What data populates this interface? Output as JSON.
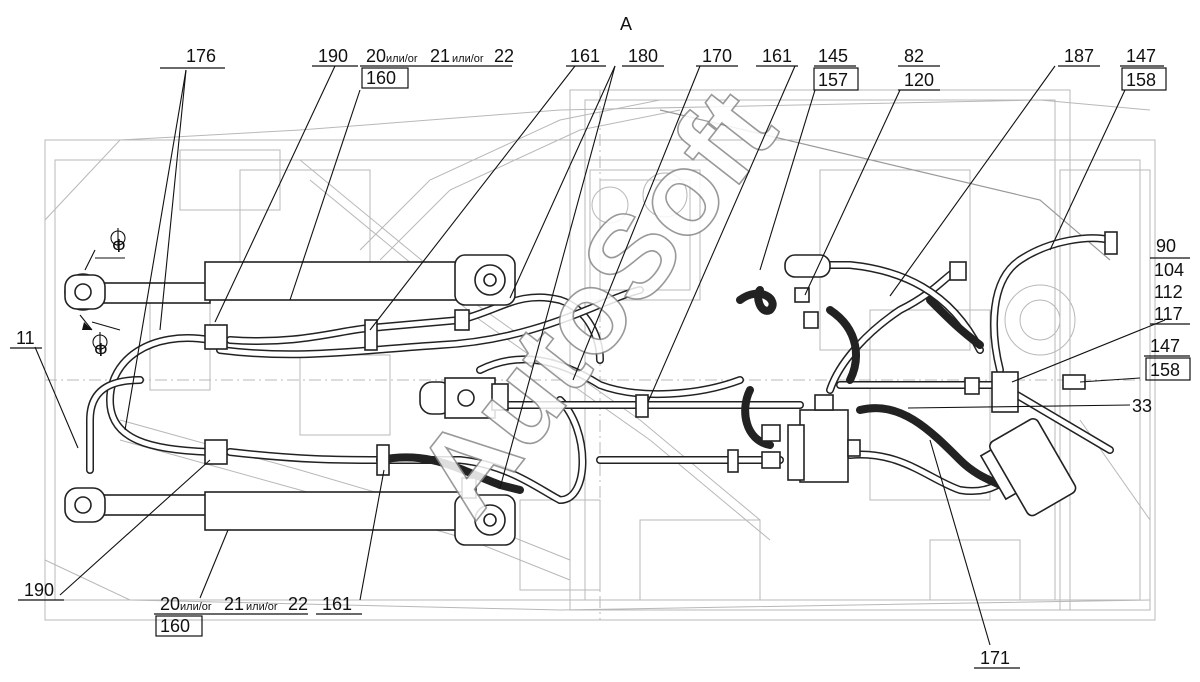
{
  "diagram": {
    "view_label": "А",
    "watermark": "AutoSoft",
    "section_marks": [
      "Ф",
      "Ф"
    ],
    "callouts": [
      {
        "id": "c176",
        "text": "176"
      },
      {
        "id": "c190a",
        "text": "190"
      },
      {
        "id": "c20a",
        "text": "20",
        "small1": "или/or",
        "text2": "21",
        "small2": "или/or",
        "text3": "22",
        "sub": "160"
      },
      {
        "id": "c161a",
        "text": "161"
      },
      {
        "id": "c180",
        "text": "180"
      },
      {
        "id": "c170",
        "text": "170"
      },
      {
        "id": "c161b",
        "text": "161"
      },
      {
        "id": "c145",
        "text": "145",
        "sub": "157"
      },
      {
        "id": "c82",
        "text": "82",
        "sub": "120"
      },
      {
        "id": "c187",
        "text": "187"
      },
      {
        "id": "c147a",
        "text": "147",
        "sub": "158"
      },
      {
        "id": "c90",
        "text": "90",
        "sub": "104",
        "sub2": "112",
        "sub3": "117"
      },
      {
        "id": "c147b",
        "text": "147",
        "sub": "158"
      },
      {
        "id": "c33",
        "text": "33"
      },
      {
        "id": "c11",
        "text": "11"
      },
      {
        "id": "c190b",
        "text": "190"
      },
      {
        "id": "c20b",
        "text": "20",
        "small1": "или/or",
        "text2": "21",
        "small2": "или/or",
        "text3": "22",
        "sub": "160"
      },
      {
        "id": "c161c",
        "text": "161"
      },
      {
        "id": "c171",
        "text": "171"
      }
    ]
  }
}
